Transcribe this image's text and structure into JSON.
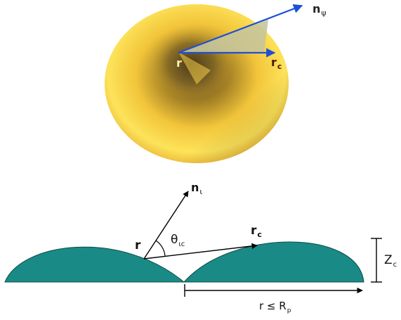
{
  "top_figure": {
    "colors": {
      "torus_light": "#fde35a",
      "torus_mid": "#e9b52c",
      "torus_dark": "#6b5522",
      "vector": "#1e4fd6",
      "wedge": "#c7c59a"
    },
    "labels": {
      "r": {
        "main": "r",
        "sub": ""
      },
      "rc": {
        "main": "r",
        "sub": "c"
      },
      "npsi": {
        "main": "n",
        "sub": "ψ"
      }
    }
  },
  "bottom_figure": {
    "colors": {
      "cap_fill": "#1a8a86",
      "cap_stroke": "#0c4d4a",
      "arrow": "#000000"
    },
    "labels": {
      "r": "r",
      "nl": {
        "main": "n",
        "sub": "ι"
      },
      "theta": {
        "main": "θ",
        "sub": "ιc"
      },
      "rc": {
        "main": "r",
        "sub": "c"
      },
      "zc": {
        "main": "Z",
        "sub": "c"
      },
      "rp": {
        "main": "r ≤ R",
        "sub": "p"
      }
    }
  }
}
